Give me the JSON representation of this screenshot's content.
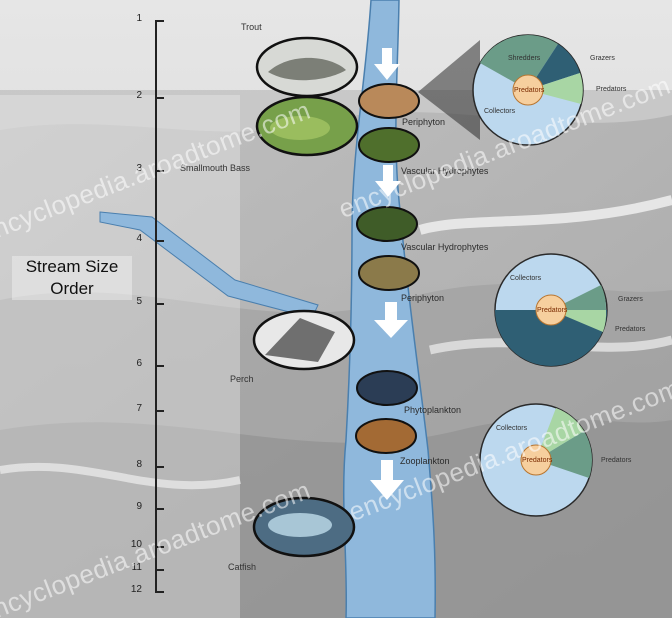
{
  "axis": {
    "title_line1": "Stream Size",
    "title_line2": "Order",
    "ticks": [
      "1",
      "2",
      "3",
      "4",
      "5",
      "6",
      "7",
      "8",
      "9",
      "10",
      "11",
      "12"
    ]
  },
  "fish": {
    "trout": "Trout",
    "smallmouth_bass": "Smallmouth Bass",
    "perch": "Perch",
    "catfish": "Catfish"
  },
  "food_sources": {
    "periphyton_upper": "Periphyton",
    "vascular_1": "Vascular Hydrophytes",
    "vascular_2": "Vascular Hydrophytes",
    "periphyton_lower": "Periphyton",
    "phytoplankton": "Phytoplankton",
    "zooplankton": "Zooplankton"
  },
  "pies": {
    "top": {
      "center": "Predators",
      "labels": [
        "Grazers",
        "Predators",
        "Collectors",
        "Shredders"
      ]
    },
    "middle": {
      "center": "Predators",
      "labels": [
        "Collectors",
        "Grazers",
        "Predators"
      ]
    },
    "bottom": {
      "center": "Predators",
      "labels": [
        "Collectors",
        "Predators"
      ]
    }
  },
  "watermark": "encyclopedia.aroadtome.com",
  "colors": {
    "river": "#8fb8dc",
    "river_edge": "#4a7fae",
    "collectors": "#bcd8ee",
    "shredders": "#2f5f74",
    "grazers": "#6b9c88",
    "predators": "#a8d6a4",
    "center": "#f6cf9e"
  }
}
